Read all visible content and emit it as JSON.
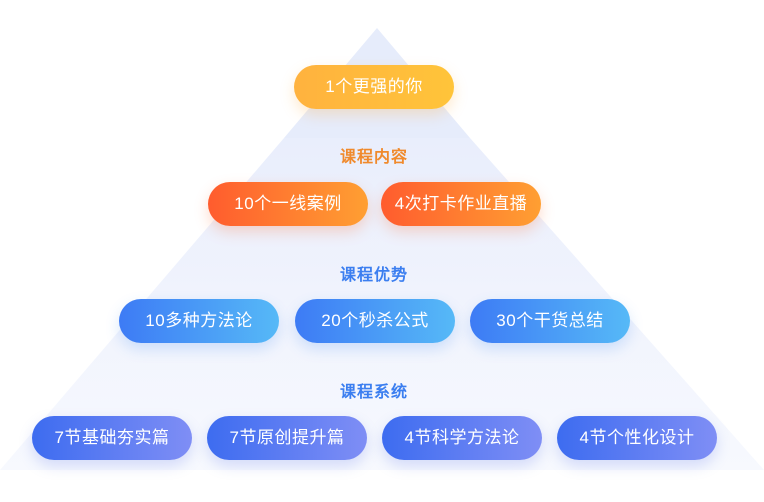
{
  "colors": {
    "top": "#ffb83c",
    "orange": "#ff7a30",
    "blue": "#4a90f6",
    "indigo": "#5b7cf2",
    "label_orange": "#f08a2c",
    "label_blue": "#3b7ef0",
    "pyramid_fill": "#eef2fd"
  },
  "top": {
    "label": "1个更强的你"
  },
  "sections": [
    {
      "label": "课程内容",
      "items": [
        "10个一线案例",
        "4次打卡作业直播"
      ]
    },
    {
      "label": "课程优势",
      "items": [
        "10多种方法论",
        "20个秒杀公式",
        "30个干货总结"
      ]
    },
    {
      "label": "课程系统",
      "items": [
        "7节基础夯实篇",
        "7节原创提升篇",
        "4节科学方法论",
        "4节个性化设计"
      ]
    }
  ]
}
